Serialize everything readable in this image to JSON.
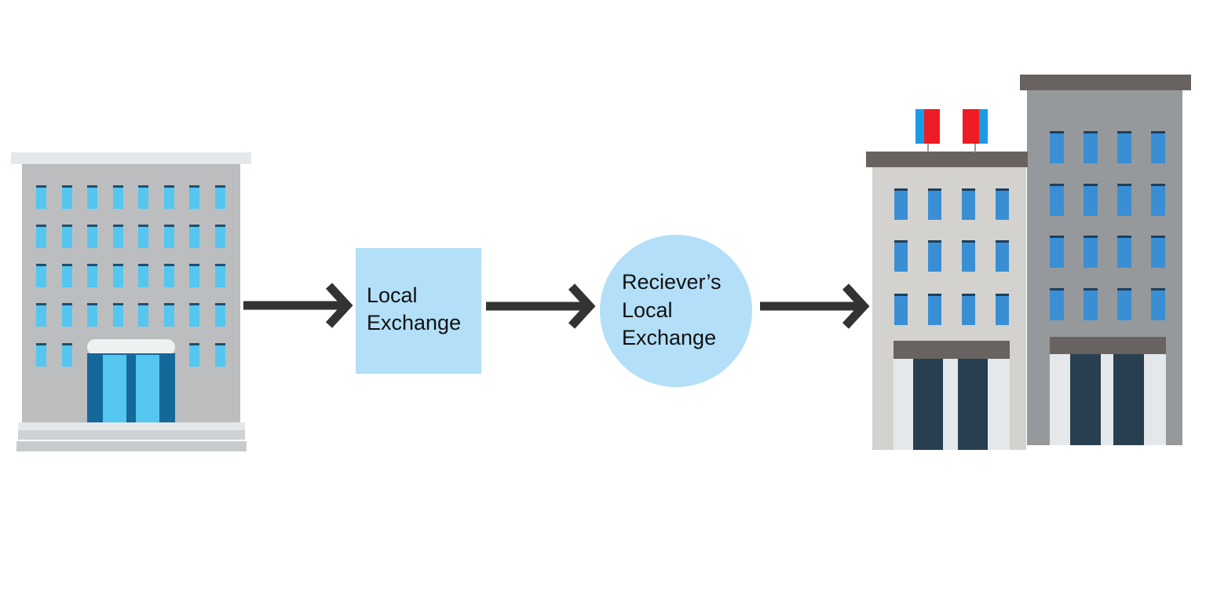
{
  "diagram": {
    "nodes": [
      {
        "id": "sender",
        "kind": "building",
        "icon": "office-building-icon"
      },
      {
        "id": "local_exchange",
        "kind": "square",
        "label_lines": [
          "Local",
          "Exchange"
        ]
      },
      {
        "id": "receiver_local_exchange",
        "kind": "circle",
        "label_lines": [
          "Reciever’s",
          "Local",
          "Exchange"
        ]
      },
      {
        "id": "receiver",
        "kind": "building",
        "icon": "twin-office-buildings-icon"
      }
    ],
    "edges": [
      {
        "from": "sender",
        "to": "local_exchange"
      },
      {
        "from": "local_exchange",
        "to": "receiver_local_exchange"
      },
      {
        "from": "receiver_local_exchange",
        "to": "receiver"
      }
    ]
  },
  "colors": {
    "node_fill": "#b3dff8",
    "arrow": "#333333",
    "window_light": "#55c6ef",
    "window_blue": "#3a8fd4",
    "door_dark": "#283f4f",
    "flag_red": "#ee1c25",
    "flag_blue": "#1a9be6"
  }
}
